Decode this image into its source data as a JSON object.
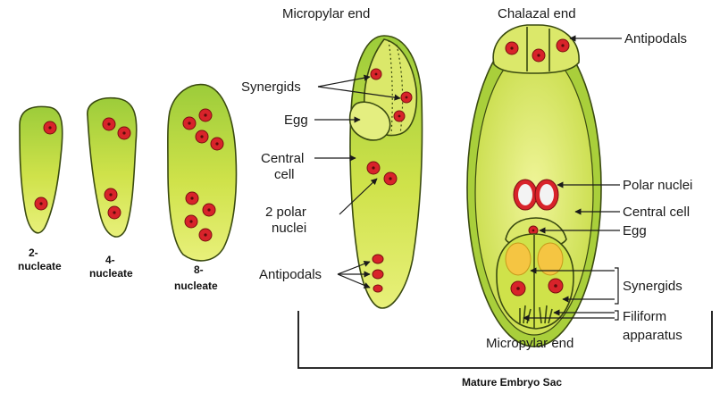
{
  "stages": [
    {
      "label_line1": "2-",
      "label_line2": "nucleate"
    },
    {
      "label_line1": "4-",
      "label_line2": "nucleate"
    },
    {
      "label_line1": "8-",
      "label_line2": "nucleate"
    }
  ],
  "middle_sac": {
    "top_label": "Micropylar end",
    "synergids": "Synergids",
    "egg": "Egg",
    "central_cell_1": "Central",
    "central_cell_2": "cell",
    "polar_1": "2 polar",
    "polar_2": "nuclei",
    "antipodals": "Antipodals"
  },
  "mature_sac": {
    "top_label": "Chalazal end",
    "antipodals": "Antipodals",
    "polar_nuclei": "Polar nuclei",
    "central_cell": "Central cell",
    "egg": "Egg",
    "synergids": "Synergids",
    "filiform_1": "Filiform",
    "filiform_2": "apparatus",
    "bottom_label": "Micropylar end"
  },
  "bracket_label": "Mature Embryo Sac",
  "colors": {
    "cell_fill": "#d4e157",
    "cell_fill_light": "#e6ef7a",
    "nucleus": "#d8232a",
    "vacuole": "#f5c542",
    "outline": "#3a4a10"
  }
}
